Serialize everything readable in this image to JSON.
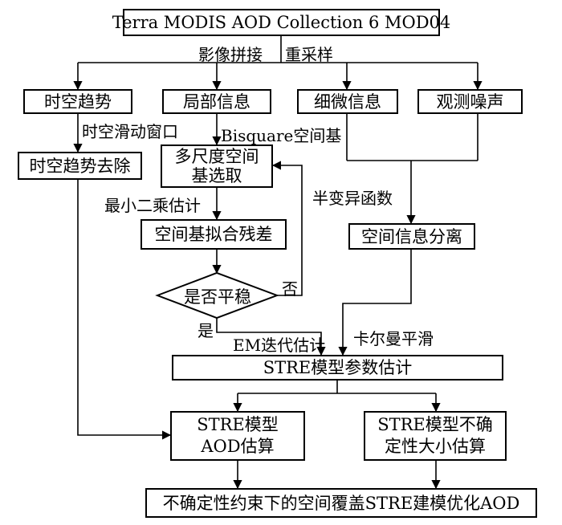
{
  "nodes": {
    "source": "Terra MODIS AOD Collection 6 MOD04",
    "trend": "时空趋势",
    "local": "局部信息",
    "fine": "细微信息",
    "noise": "观测噪声",
    "trend_removal": "时空趋势去除",
    "basis_line1": "多尺度空间",
    "basis_line2": "基选取",
    "residual": "空间基拟合残差",
    "stationary": "是否平稳",
    "spatial_sep": "空间信息分离",
    "param_est": "STRE模型参数估计",
    "aod_line1": "STRE模型",
    "aod_line2": "AOD估算",
    "unc_line1": "STRE模型不确",
    "unc_line2": "定性大小估算",
    "final": "不确定性约束下的空间覆盖STRE建模优化AOD"
  },
  "labels": {
    "mosaic": "影像拼接",
    "resample": "重采样",
    "window": "时空滑动窗口",
    "bisquare": "Bisquare空间基",
    "least_squares": "最小二乘估计",
    "variogram": "半变异函数",
    "no": "否",
    "yes": "是",
    "em": "EM迭代估计",
    "kalman": "卡尔曼平滑"
  }
}
